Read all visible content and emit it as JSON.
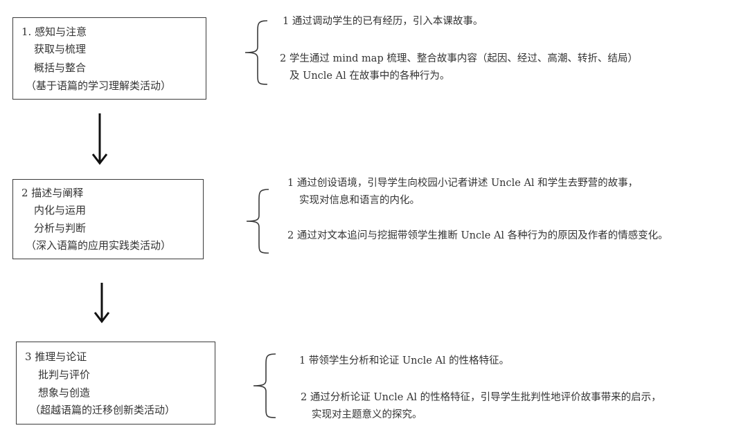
{
  "stages": [
    {
      "lines": [
        "1.  感知与注意",
        "获取与梳理",
        "概括与整合",
        "（基于语篇的学习理解类活动）"
      ],
      "items": [
        [
          "1 通过调动学生的已有经历，引入本课故事。"
        ],
        [
          "2 学生通过 mind map 梳理、整合故事内容（起因、经过、高潮、转折、结局）",
          "及 Uncle Al  在故事中的各种行为。"
        ]
      ]
    },
    {
      "lines": [
        "2  描述与阐释",
        "内化与运用",
        "分析与判断",
        "（深入语篇的应用实践类活动）"
      ],
      "items": [
        [
          "1 通过创设语境，引导学生向校园小记者讲述 Uncle Al 和学生去野营的故事，",
          "实现对信息和语言的内化。"
        ],
        [
          "2 通过对文本追问与挖掘带领学生推断 Uncle Al 各种行为的原因及作者的情感变化。"
        ]
      ]
    },
    {
      "lines": [
        "3  推理与论证",
        "批判与评价",
        "想象与创造",
        "（超越语篇的迁移创新类活动）"
      ],
      "items": [
        [
          "1 带领学生分析和论证 Uncle Al 的性格特征。"
        ],
        [
          "2 通过分析论证 Uncle Al 的性格特征，引导学生批判性地评价故事带来的启示，",
          "实现对主题意义的探究。"
        ]
      ]
    }
  ],
  "colors": {
    "border": "#3a3a3a",
    "text": "#333333",
    "arrow": "#111111"
  }
}
